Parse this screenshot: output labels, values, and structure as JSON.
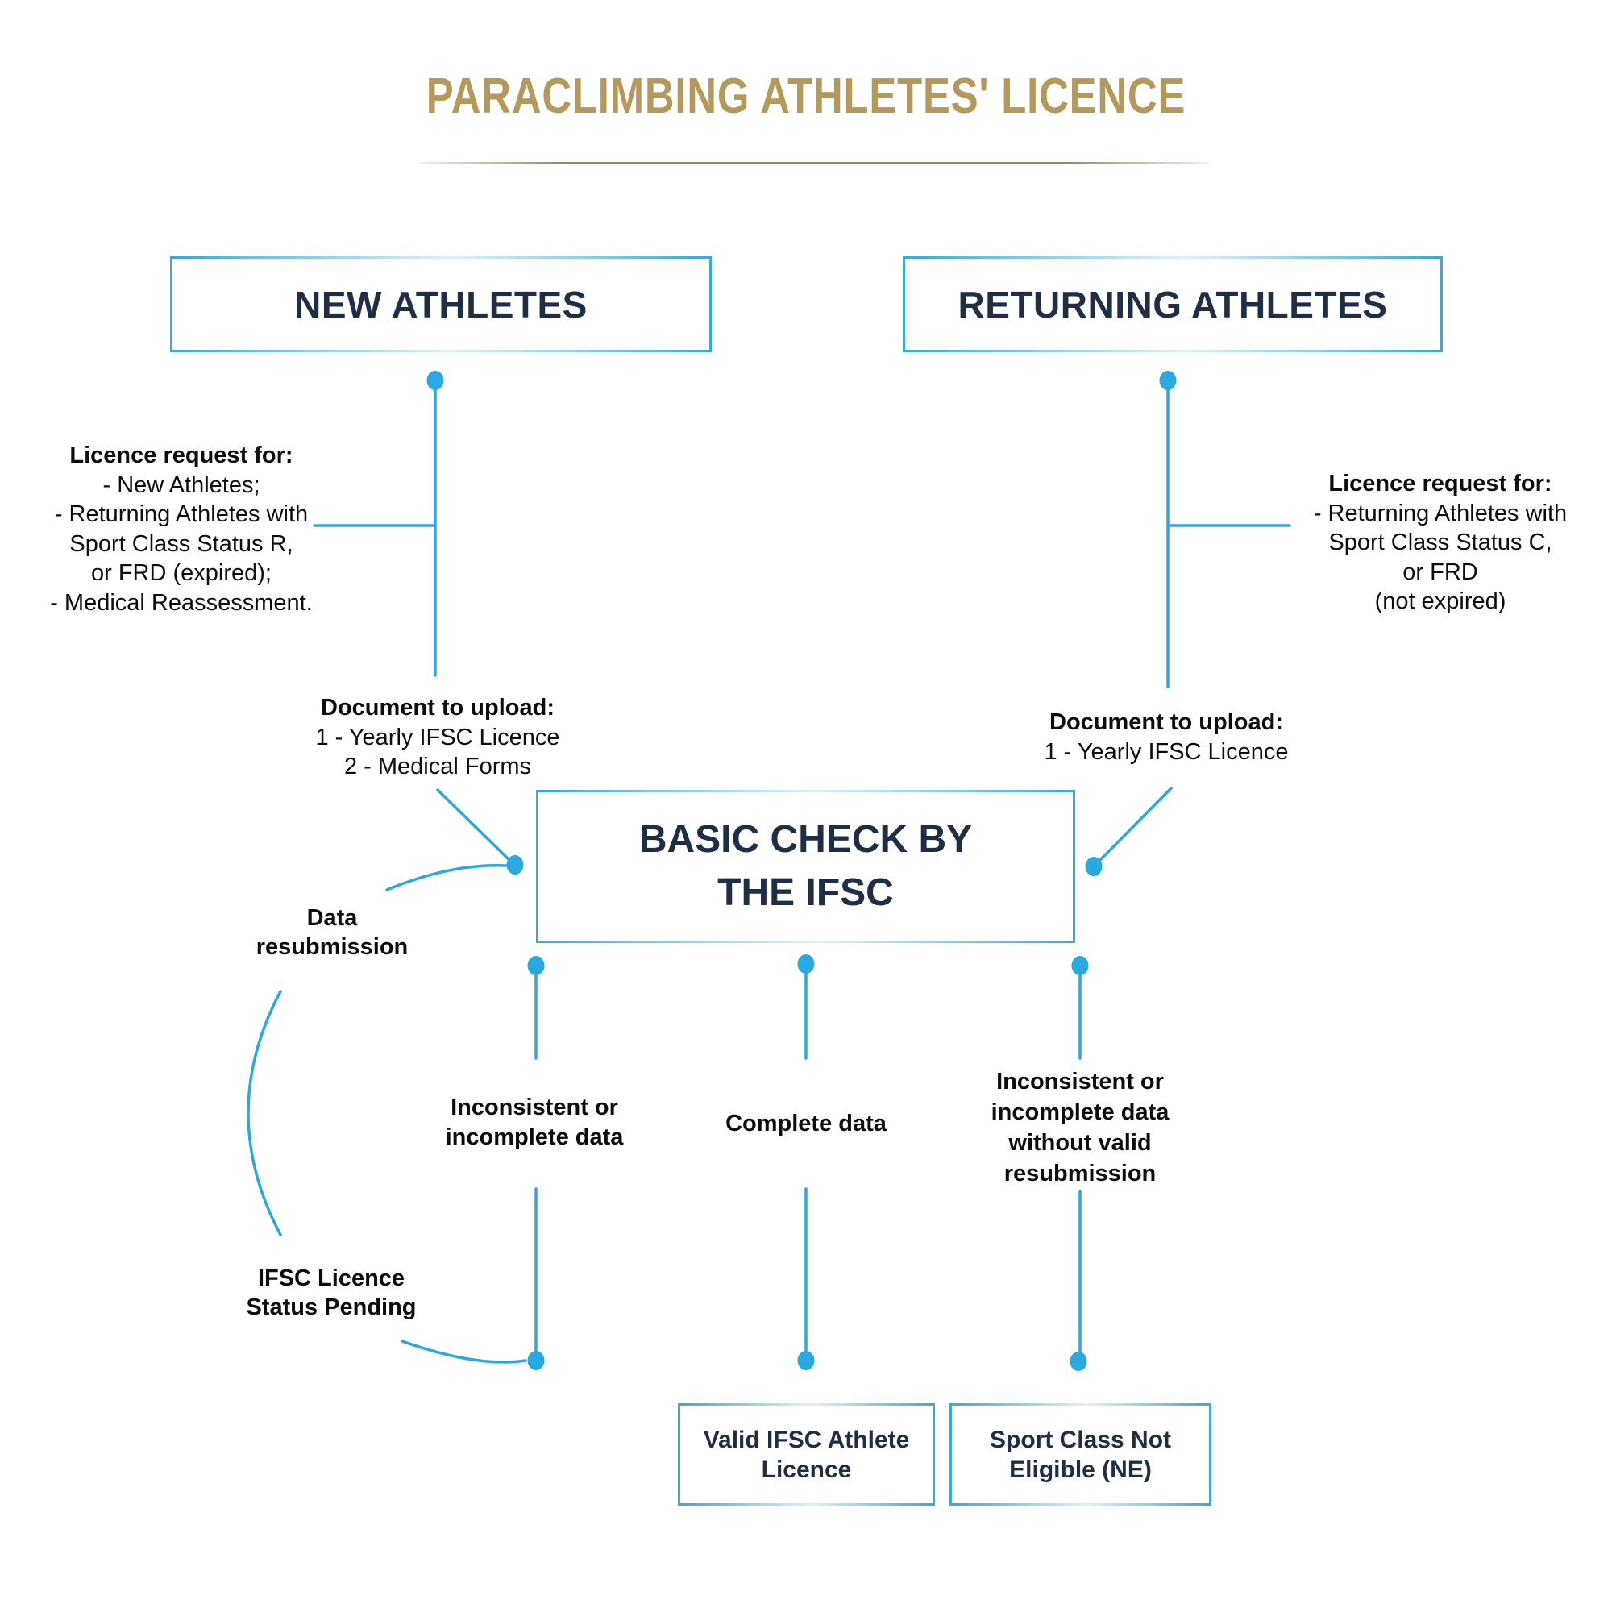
{
  "title": "PARACLIMBING ATHLETES' LICENCE",
  "colors": {
    "accent": "#29a9e0",
    "gold": "#b5995a",
    "navy": "#1e2e44",
    "black": "#0d0d0d"
  },
  "boxes": {
    "new_athletes": {
      "label": "NEW ATHLETES"
    },
    "returning_athletes": {
      "label": "RETURNING ATHLETES"
    },
    "basic_check": {
      "line1": "BASIC CHECK BY",
      "line2": "THE IFSC"
    },
    "valid_licence": {
      "line1": "Valid IFSC Athlete",
      "line2": "Licence"
    },
    "not_eligible": {
      "line1": "Sport Class Not",
      "line2": "Eligible (NE)"
    }
  },
  "labels": {
    "licence_request_new": {
      "heading": "Licence request for:",
      "line1": "- New Athletes;",
      "line2": "- Returning Athletes with",
      "line3": "Sport Class Status R,",
      "line4": "or FRD (expired);",
      "line5": "- Medical Reassessment."
    },
    "licence_request_returning": {
      "heading": "Licence request for:",
      "line1": "- Returning Athletes with",
      "line2": "Sport Class Status C,",
      "line3": "or FRD",
      "line4": "(not expired)"
    },
    "documents_new": {
      "heading": "Document to upload:",
      "line1": "1 - Yearly IFSC Licence",
      "line2": "2 - Medical Forms"
    },
    "documents_returning": {
      "heading": "Document to upload:",
      "line1": "1 - Yearly IFSC Licence"
    },
    "branch_inconsistent": {
      "line1": "Inconsistent or",
      "line2": "incomplete data"
    },
    "branch_complete": {
      "line1": "Complete data"
    },
    "branch_inconsistent_no_resub": {
      "line1": "Inconsistent or",
      "line2": "incomplete data",
      "line3": "without valid",
      "line4": "resubmission"
    },
    "data_resubmission": {
      "line1": "Data",
      "line2": "resubmission"
    },
    "status_pending": {
      "line1": "IFSC Licence",
      "line2": "Status Pending"
    }
  }
}
